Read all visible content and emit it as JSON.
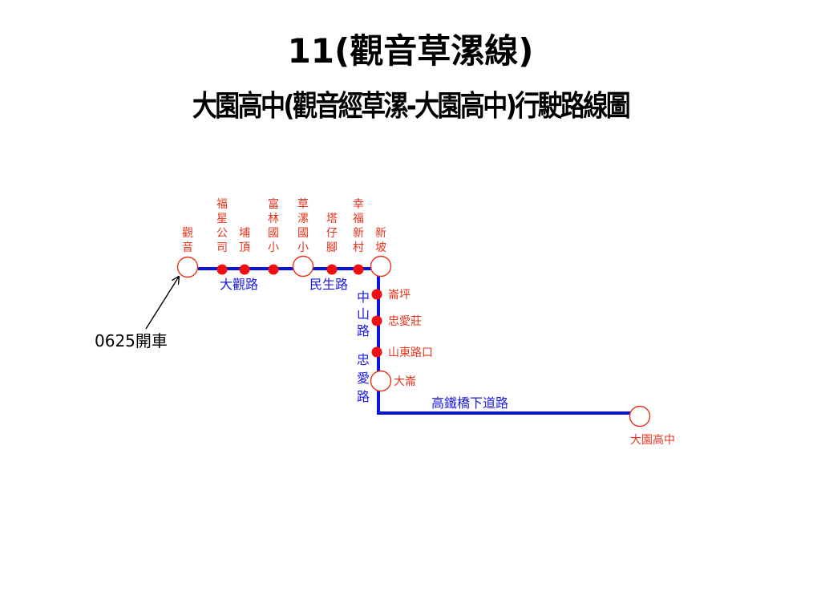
{
  "title": "11(觀音草漯線)",
  "subtitle": "大園高中(觀音經草漯-大園高中)行駛路線圖",
  "colors": {
    "route_line": "#0a14dc",
    "major_stop_fill": "#ffffff",
    "major_stop_stroke": "#e8331c",
    "minor_stop_fill": "#ee1111",
    "stop_label": "#e8331c",
    "road_label": "#1a1ae6",
    "note_text": "#000000"
  },
  "stops_top": [
    {
      "name": "觀音",
      "type": "major"
    },
    {
      "name": "福星公司",
      "type": "minor"
    },
    {
      "name": "埔頂",
      "type": "minor"
    },
    {
      "name": "富林國小",
      "type": "minor"
    },
    {
      "name": "草漯國小",
      "type": "major"
    },
    {
      "name": "塔仔腳",
      "type": "minor"
    },
    {
      "name": "幸福新村",
      "type": "minor"
    },
    {
      "name": "新坡",
      "type": "major"
    }
  ],
  "stops_side": [
    {
      "name": "崙坪",
      "type": "minor"
    },
    {
      "name": "忠愛莊",
      "type": "minor"
    },
    {
      "name": "山東路口",
      "type": "minor"
    },
    {
      "name": "大崙",
      "type": "major"
    }
  ],
  "terminal": {
    "name": "大園高中",
    "type": "major"
  },
  "roads": {
    "top_left": "大觀路",
    "top_right": "民生路",
    "vertical_upper": "中山路",
    "vertical_lower": "忠愛路",
    "bottom": "高鐵橋下道路"
  },
  "departure_note": "0625開車"
}
